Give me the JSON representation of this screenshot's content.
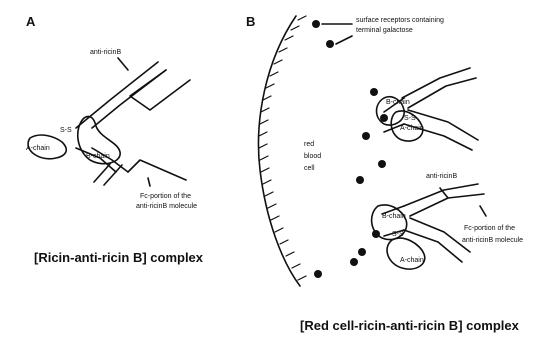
{
  "panel_a": {
    "letter": "A",
    "labels": {
      "anti_ricin": "anti-ricinB",
      "ss": "S-S",
      "a_chain": "A-chain",
      "b_chain": "B-chain",
      "fc_line1": "Fc-portion of the",
      "fc_line2": "anti-ricinB molecule"
    },
    "caption": "[Ricin-anti-ricin B] complex"
  },
  "panel_b": {
    "letter": "B",
    "labels": {
      "receptors_line1": "surface receptors containing",
      "receptors_line2": "terminal galactose",
      "rbc_line1": "red",
      "rbc_line2": "blood",
      "rbc_line3": "cell",
      "upper_b_chain": "B-chain",
      "upper_ss": "S-S",
      "upper_a_chain": "A-chain",
      "anti_ricin": "anti-ricinB",
      "lower_b_chain": "B-chain",
      "lower_ss": "S-S",
      "lower_a_chain": "A-chain",
      "fc_line1": "Fc-portion of the",
      "fc_line2": "anti-ricinB molecule"
    },
    "caption": "[Red cell-ricin-anti-ricin B] complex"
  },
  "colors": {
    "ink": "#111111",
    "background": "#ffffff"
  }
}
